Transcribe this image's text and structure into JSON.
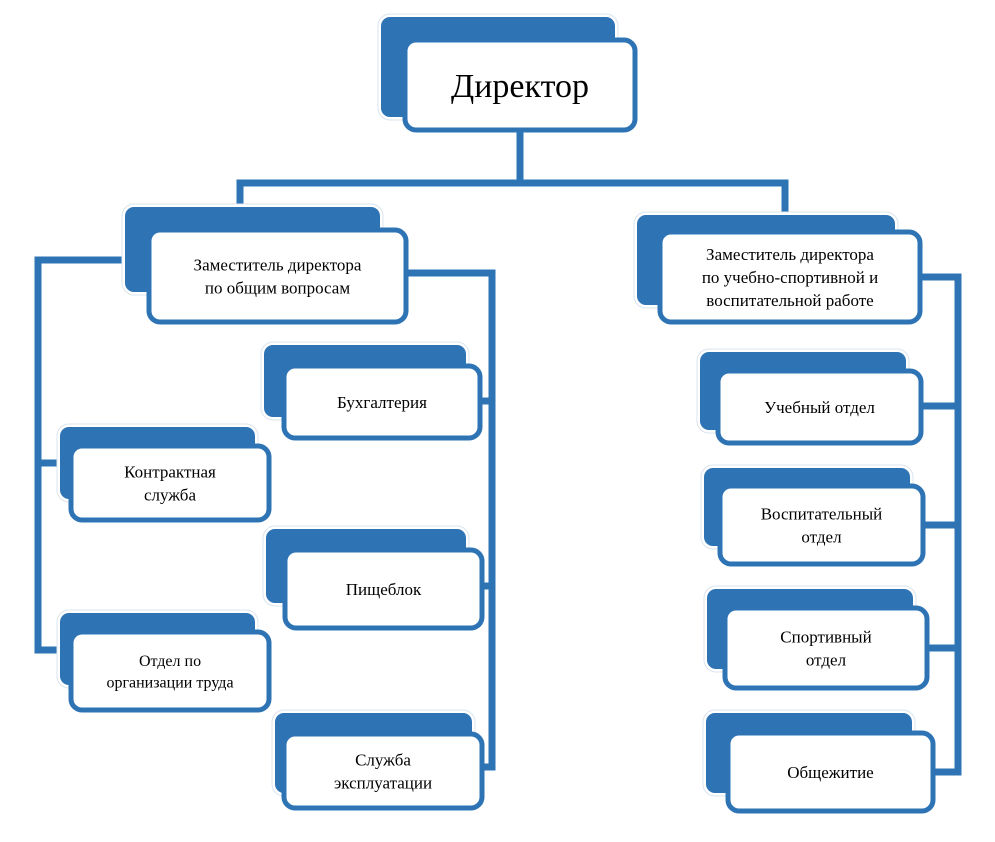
{
  "colors": {
    "line": "#2e74b5",
    "box_back": "#2e74b5",
    "box_fill": "#ffffff",
    "box_border": "#2e74b5",
    "text": "#000000"
  },
  "director": {
    "label": "Директор"
  },
  "left_branch": {
    "head": {
      "lines": [
        "Заместитель директора",
        "по общим вопросам"
      ]
    },
    "units_right": [
      {
        "lines": [
          "Бухгалтерия"
        ]
      },
      {
        "lines": [
          "Пищеблок"
        ]
      },
      {
        "lines": [
          "Служба",
          "эксплуатации"
        ]
      }
    ],
    "units_left": [
      {
        "lines": [
          "Контрактная",
          "служба"
        ]
      },
      {
        "lines": [
          "Отдел по",
          "организации труда"
        ]
      }
    ]
  },
  "right_branch": {
    "head": {
      "lines": [
        "Заместитель директора",
        "по учебно-спортивной и",
        "воспитательной работе"
      ]
    },
    "units": [
      {
        "lines": [
          "Учебный отдел"
        ]
      },
      {
        "lines": [
          "Воспитательный",
          "отдел"
        ]
      },
      {
        "lines": [
          "Спортивный",
          "отдел"
        ]
      },
      {
        "lines": [
          "Общежитие"
        ]
      }
    ]
  }
}
